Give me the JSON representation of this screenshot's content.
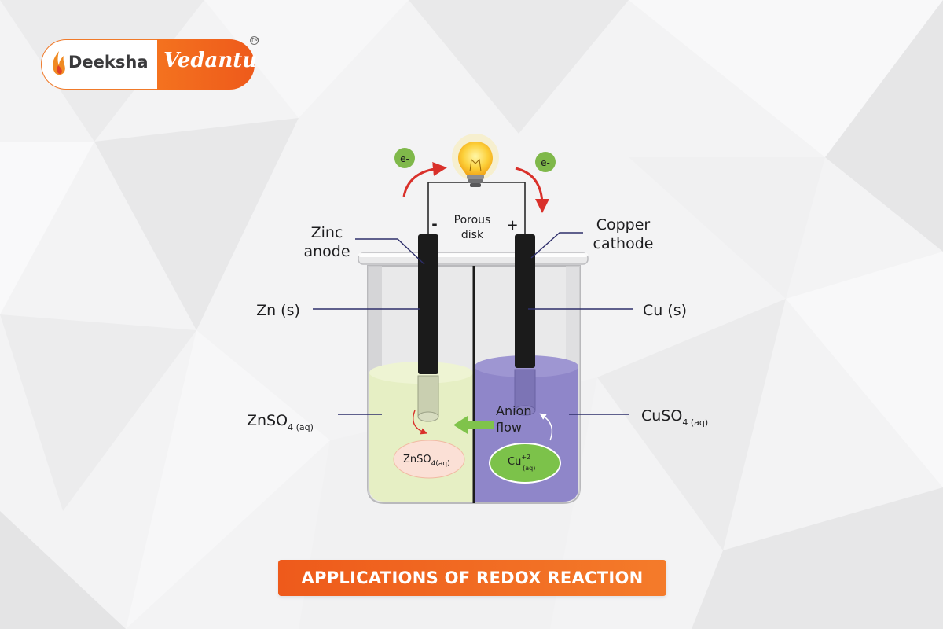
{
  "logo": {
    "brand_left": "Deeksha",
    "brand_right": "Vedantu",
    "trademark": "TM"
  },
  "diagram": {
    "electron_left": "e-",
    "electron_right": "e-",
    "minus_sign": "-",
    "plus_sign": "+",
    "porous_disk_line1": "Porous",
    "porous_disk_line2": "disk",
    "zinc_anode_line1": "Zinc",
    "zinc_anode_line2": "anode",
    "copper_cathode_line1": "Copper",
    "copper_cathode_line2": "cathode",
    "zn_s": "Zn (s)",
    "cu_s": "Cu (s)",
    "znso4_left_main": "ZnSO",
    "znso4_left_sub": "4 (aq)",
    "cuso4_right_main": "CuSO",
    "cuso4_right_sub": "4 (aq)",
    "anion_flow_line1": "Anion",
    "anion_flow_line2": "flow",
    "ion_zn_main": "ZnSO",
    "ion_zn_sub": "4(aq)",
    "ion_cu_main": "Cu",
    "ion_cu_sup": "+2",
    "ion_cu_sub": "(aq)",
    "colors": {
      "left_solution": "#e6efc4",
      "right_solution": "#8f86c9",
      "electrode": "#1b1b1b",
      "electron_badge": "#7fb84a",
      "arrow_red": "#d9302a",
      "anion_arrow": "#7fc34b",
      "cu_ion": "#7cc24a",
      "zn_ion": "#fbe0d6",
      "label_line": "#2e2f6b"
    }
  },
  "banner": {
    "title": "APPLICATIONS OF REDOX REACTION"
  }
}
